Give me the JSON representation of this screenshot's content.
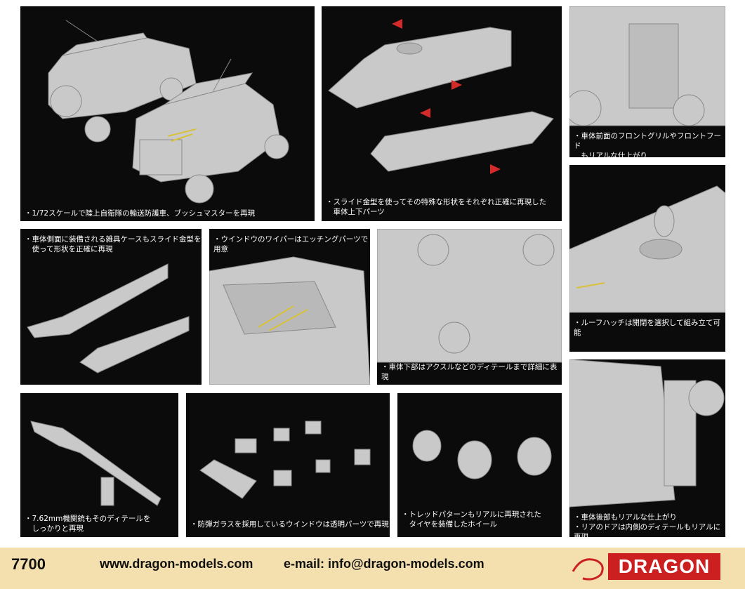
{
  "captions": {
    "p1": "・1/72スケールで陸上自衛隊の輸送防護車、ブッシュマスターを再現",
    "p2": "・スライド金型を使ってその特殊な形状をそれぞれ正確に再現した\n　車体上下パーツ",
    "p3": "・車体前面のフロントグリルやフロントフード\n　もリアルな仕上がり",
    "p4": "・車体側面に装備される雑具ケースもスライド金型を\n　使って形状を正確に再現",
    "p5": "・ウインドウのワイパーはエッチングパーツで用意",
    "p6": "・車体下部はアクスルなどのディテールまで詳細に表現",
    "p7": "・ルーフハッチは開閉を選択して組み立て可能",
    "p8": "・7.62mm機関銃もそのディテールを\n　しっかりと再現",
    "p9": "・防弾ガラスを採用しているウインドウは透明パーツで再現",
    "p10": "・トレッドパターンもリアルに再現された\n　タイヤを装備したホイール",
    "p11": "・車体後部もリアルな仕上がり\n・リアのドアは内側のディテールもリアルに再現"
  },
  "footer": {
    "model_number": "7700",
    "website": "www.dragon-models.com",
    "email": "e-mail: info@dragon-models.com",
    "logo_text": "DRAGON"
  },
  "colors": {
    "panel_bg": "#0b0b0b",
    "model_gray": "#c8c8c8",
    "footer_bg": "#f4e0ae",
    "logo_red": "#cc1f1f",
    "arrow_red": "#d42a2a",
    "etch_yellow": "#d8c23a"
  }
}
